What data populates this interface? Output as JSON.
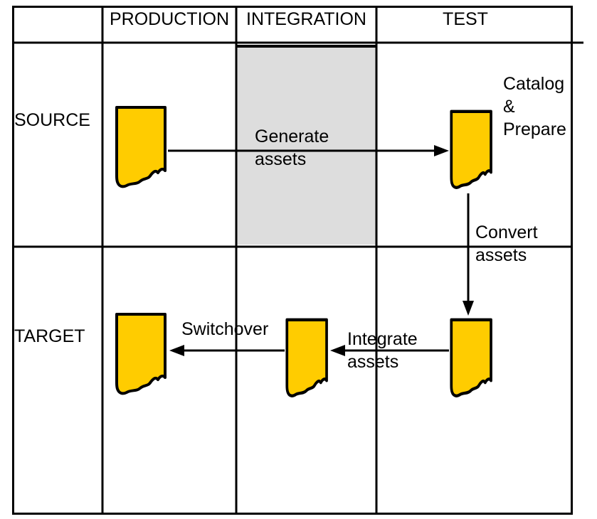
{
  "colors": {
    "document_fill": "#FFCC00",
    "integration_panel": "#DDDDDD",
    "line": "#000000"
  },
  "matrix": {
    "column_headers": [
      "PRODUCTION",
      "INTEGRATION",
      "TEST"
    ],
    "row_headers": [
      "SOURCE",
      "TARGET"
    ]
  },
  "icons": {
    "document": "document-icon"
  },
  "annotations": {
    "catalog_prepare": [
      "Catalog",
      "&",
      "Prepare"
    ],
    "generate_assets": [
      "Generate",
      "assets"
    ],
    "convert_assets": [
      "Convert",
      "assets"
    ],
    "integrate_assets": [
      "Integrate",
      "assets"
    ],
    "switchover": [
      "Switchover"
    ]
  }
}
